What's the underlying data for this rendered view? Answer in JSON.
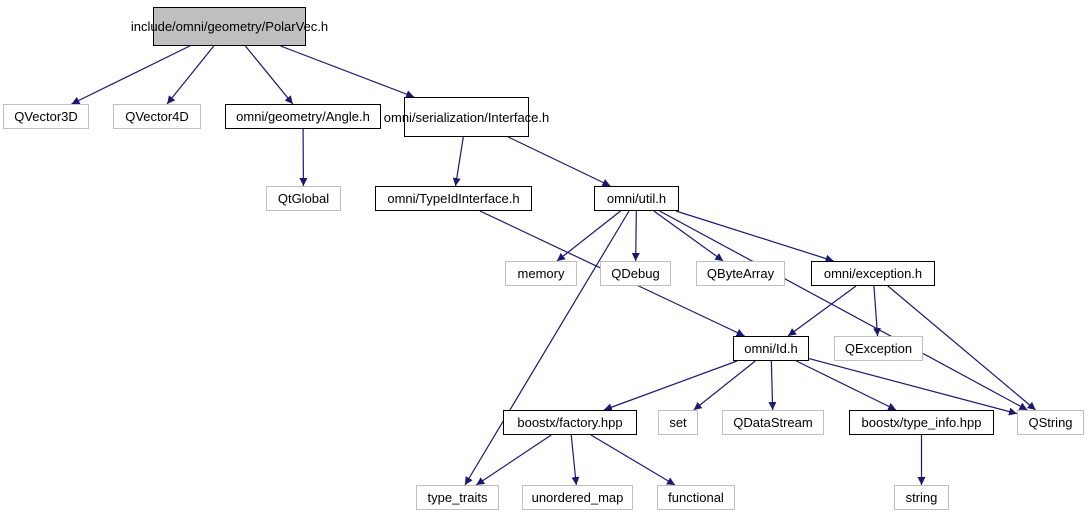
{
  "colors": {
    "edge": "#191970",
    "root_fill": "#bfbfbf",
    "linked_border": "#000000",
    "external_border": "#bfbfbf"
  },
  "nodes": {
    "polarvec": {
      "lines": [
        "include/omni/geometry",
        "/PolarVec.h"
      ],
      "kind": "root"
    },
    "qvector3d": {
      "lines": [
        "QVector3D"
      ],
      "kind": "external"
    },
    "qvector4d": {
      "lines": [
        "QVector4D"
      ],
      "kind": "external"
    },
    "angle": {
      "lines": [
        "omni/geometry/Angle.h"
      ],
      "kind": "linked"
    },
    "interface": {
      "lines": [
        "omni/serialization",
        "/Interface.h"
      ],
      "kind": "linked"
    },
    "qtglobal": {
      "lines": [
        "QtGlobal"
      ],
      "kind": "external"
    },
    "typeid": {
      "lines": [
        "omni/TypeIdInterface.h"
      ],
      "kind": "linked"
    },
    "util": {
      "lines": [
        "omni/util.h"
      ],
      "kind": "linked"
    },
    "memory": {
      "lines": [
        "memory"
      ],
      "kind": "external"
    },
    "qdebug": {
      "lines": [
        "QDebug"
      ],
      "kind": "external"
    },
    "qbytearray": {
      "lines": [
        "QByteArray"
      ],
      "kind": "external"
    },
    "exception": {
      "lines": [
        "omni/exception.h"
      ],
      "kind": "linked"
    },
    "id": {
      "lines": [
        "omni/Id.h"
      ],
      "kind": "linked"
    },
    "qexception": {
      "lines": [
        "QException"
      ],
      "kind": "external"
    },
    "factory": {
      "lines": [
        "boostx/factory.hpp"
      ],
      "kind": "linked"
    },
    "set": {
      "lines": [
        "set"
      ],
      "kind": "external"
    },
    "qdatastream": {
      "lines": [
        "QDataStream"
      ],
      "kind": "external"
    },
    "typeinfo": {
      "lines": [
        "boostx/type_info.hpp"
      ],
      "kind": "linked"
    },
    "qstring": {
      "lines": [
        "QString"
      ],
      "kind": "external"
    },
    "type_traits": {
      "lines": [
        "type_traits"
      ],
      "kind": "external"
    },
    "unordered_map": {
      "lines": [
        "unordered_map"
      ],
      "kind": "external"
    },
    "functional": {
      "lines": [
        "functional"
      ],
      "kind": "external"
    },
    "string": {
      "lines": [
        "string"
      ],
      "kind": "external"
    }
  },
  "edges": [
    [
      "polarvec",
      "qvector3d"
    ],
    [
      "polarvec",
      "qvector4d"
    ],
    [
      "polarvec",
      "angle"
    ],
    [
      "polarvec",
      "interface"
    ],
    [
      "angle",
      "qtglobal"
    ],
    [
      "interface",
      "typeid"
    ],
    [
      "interface",
      "util"
    ],
    [
      "typeid",
      "id"
    ],
    [
      "util",
      "type_traits"
    ],
    [
      "util",
      "memory"
    ],
    [
      "util",
      "qdebug"
    ],
    [
      "util",
      "qbytearray"
    ],
    [
      "util",
      "exception"
    ],
    [
      "util",
      "qstring"
    ],
    [
      "exception",
      "id"
    ],
    [
      "exception",
      "qexception"
    ],
    [
      "exception",
      "qstring"
    ],
    [
      "id",
      "factory"
    ],
    [
      "id",
      "set"
    ],
    [
      "id",
      "qdatastream"
    ],
    [
      "id",
      "typeinfo"
    ],
    [
      "id",
      "qstring"
    ],
    [
      "factory",
      "type_traits"
    ],
    [
      "factory",
      "unordered_map"
    ],
    [
      "factory",
      "functional"
    ],
    [
      "typeinfo",
      "string"
    ]
  ]
}
